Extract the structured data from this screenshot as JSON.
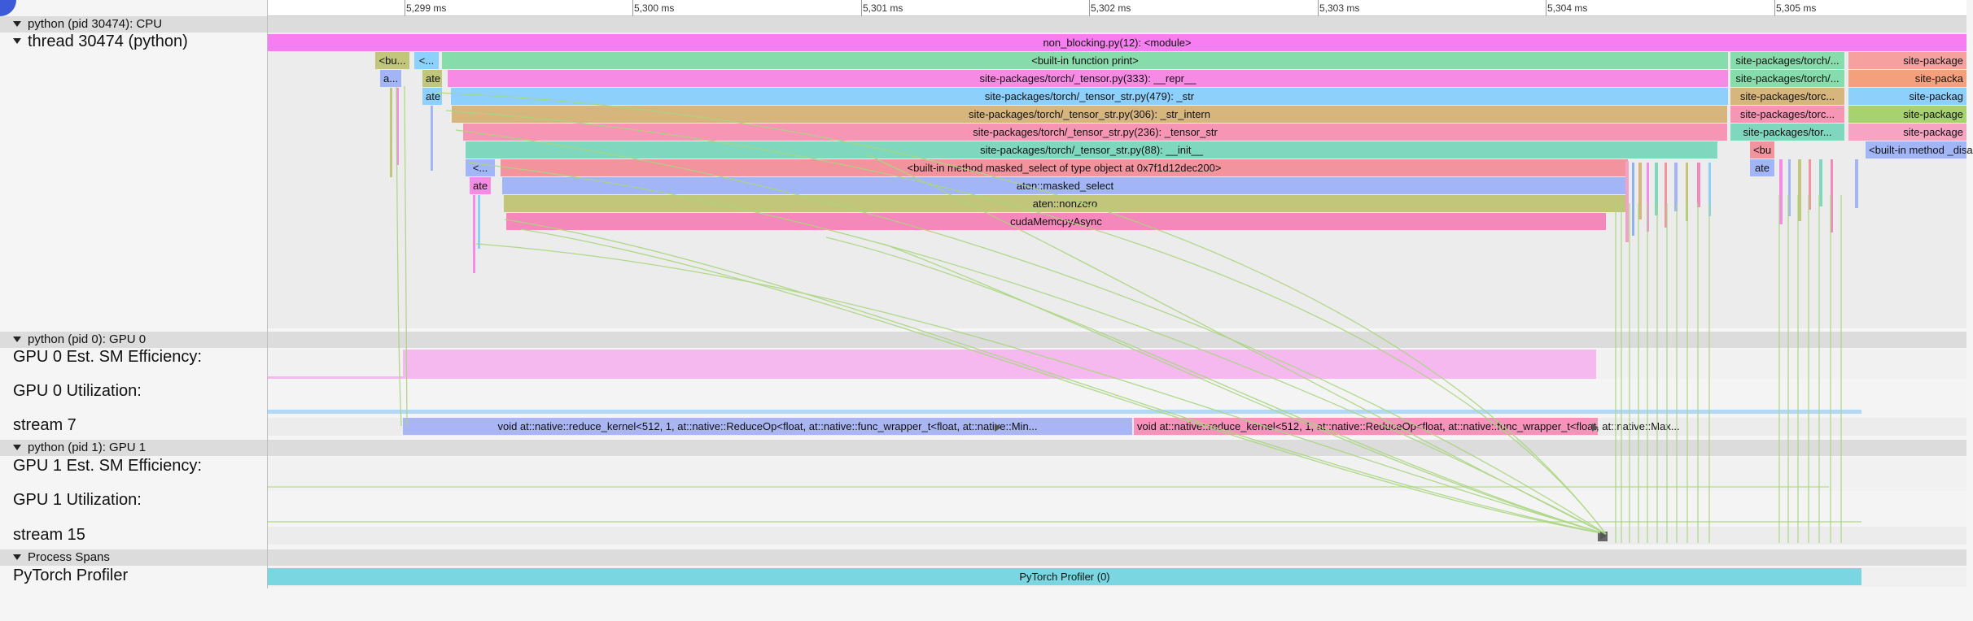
{
  "ruler": {
    "ticks": [
      "5,299 ms",
      "5,300 ms",
      "5,301 ms",
      "5,302 ms",
      "5,303 ms",
      "5,304 ms",
      "5,305 ms"
    ]
  },
  "sections": {
    "cpu": "python (pid 30474): CPU",
    "gpu0": "python (pid 0): GPU 0",
    "gpu1": "python (pid 1): GPU 1",
    "spans": "Process Spans"
  },
  "tracks": {
    "thread": "thread 30474 (python)",
    "gpu0_sm": "GPU 0 Est. SM Efficiency:",
    "gpu0_util": "GPU 0 Utilization:",
    "stream7": "stream 7",
    "gpu1_sm": "GPU 1 Est. SM Efficiency:",
    "gpu1_util": "GPU 1 Utilization:",
    "stream15": "stream 15",
    "profiler": "PyTorch Profiler"
  },
  "cpu_slices": {
    "module": "non_blocking.py(12): <module>",
    "print": "<built-in function print>",
    "repr": "site-packages/torch/_tensor.py(333): __repr__",
    "str": "site-packages/torch/_tensor_str.py(479): _str",
    "str_intern": "site-packages/torch/_tensor_str.py(306): _str_intern",
    "tensor_str": "site-packages/torch/_tensor_str.py(236): _tensor_str",
    "init": "site-packages/torch/_tensor_str.py(88): __init__",
    "masked_select_method": "<built-in method masked_select of type object at 0x7f1d12dec200>",
    "masked_select": "aten::masked_select",
    "nonzero": "aten::nonzero",
    "memcpy": "cudaMemcpyAsync",
    "bu": "<bu...",
    "lt": "<...",
    "a": "a...",
    "ate": "ate",
    "ate2": "ate",
    "lt2": "<...",
    "ate3": "ate",
    "right_print": "site-packages/torch/...",
    "right_torc1": "site-packages/torc...",
    "right_torc2": "site-packages/torc...",
    "right_torc3": "site-packages/torc...",
    "right_tor": "site-packages/tor...",
    "right_bu": "<bu",
    "right_ate": "ate",
    "far_site1": "site-package",
    "far_site2": "site-packa",
    "far_site3": "site-packag",
    "far_site4": "site-package",
    "far_site5": "site-package",
    "far_builtin": "<built-in method _disa"
  },
  "gpu_slices": {
    "kernel_min": "void at::native::reduce_kernel<512, 1, at::native::ReduceOp<float, at::native::func_wrapper_t<float, at::native::Min...",
    "kernel_max": "void at::native::reduce_kernel<512, 1, at::native::ReduceOp<float, at::native::func_wrapper_t<float, at::native::Max..."
  },
  "profiler_span": "PyTorch Profiler (0)",
  "colors": {
    "module": "#f77ef2",
    "print": "#86dcaa",
    "repr": "#f78ae4",
    "str": "#8dd0fb",
    "str_intern": "#d6b67d",
    "tensor_str": "#f795b5",
    "init": "#7fd8be",
    "masked_select_method": "#f3939e",
    "masked_select": "#a2b6f7",
    "nonzero": "#c1c67a",
    "memcpy": "#f588bb",
    "sm_efficiency": "#f5b9f0",
    "kernel_min": "#a9b5f5",
    "kernel_max": "#f792bb",
    "profiler": "#7ad6e0",
    "flow": "#a9d67f"
  }
}
